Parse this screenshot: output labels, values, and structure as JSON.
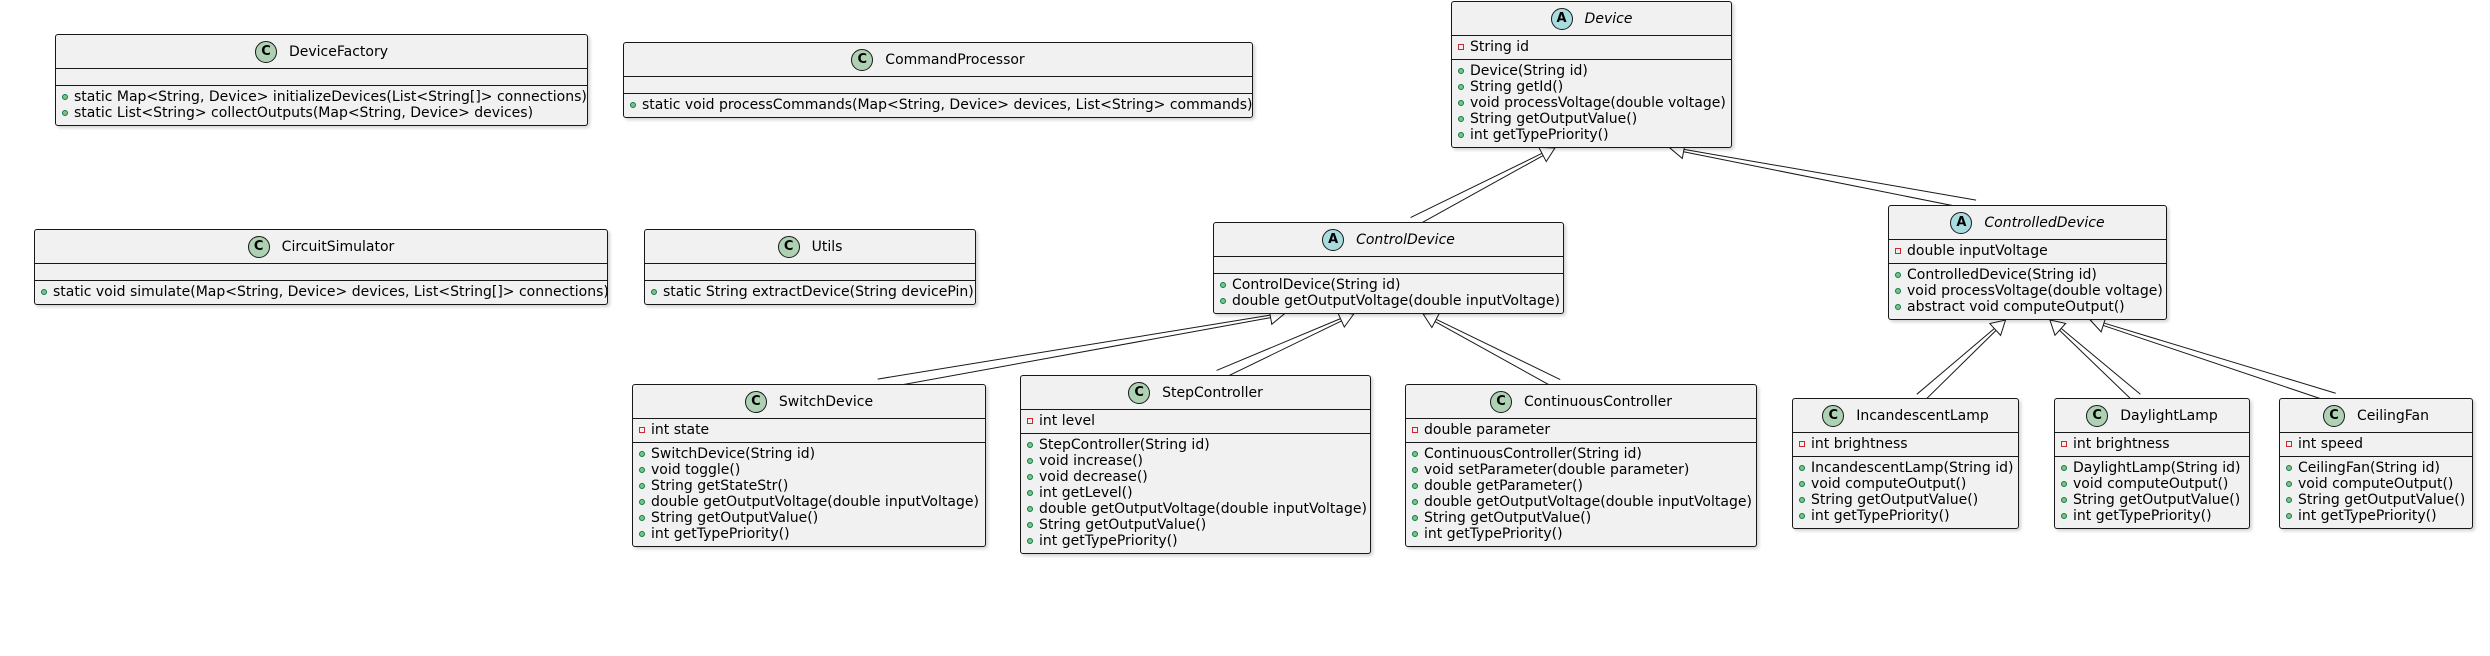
{
  "classes": [
    {
      "id": "DeviceFactory",
      "name": "DeviceFactory",
      "kind": "class",
      "fields": [],
      "methods": [
        {
          "vis": "public",
          "text": "static Map<String, Device> initializeDevices(List<String[]> connections)"
        },
        {
          "vis": "public",
          "text": "static List<String> collectOutputs(Map<String, Device> devices)"
        }
      ]
    },
    {
      "id": "CommandProcessor",
      "name": "CommandProcessor",
      "kind": "class",
      "fields": [],
      "methods": [
        {
          "vis": "public",
          "text": "static void processCommands(Map<String, Device> devices, List<String> commands)"
        }
      ]
    },
    {
      "id": "CircuitSimulator",
      "name": "CircuitSimulator",
      "kind": "class",
      "fields": [],
      "methods": [
        {
          "vis": "public",
          "text": "static void simulate(Map<String, Device> devices, List<String[]> connections)"
        }
      ]
    },
    {
      "id": "Utils",
      "name": "Utils",
      "kind": "class",
      "fields": [],
      "methods": [
        {
          "vis": "public",
          "text": "static String extractDevice(String devicePin)"
        }
      ]
    },
    {
      "id": "Device",
      "name": "Device",
      "kind": "abstract",
      "fields": [
        {
          "vis": "private",
          "text": "String id"
        }
      ],
      "methods": [
        {
          "vis": "public",
          "text": "Device(String id)"
        },
        {
          "vis": "public",
          "text": "String getId()"
        },
        {
          "vis": "public",
          "text": "void processVoltage(double voltage)"
        },
        {
          "vis": "public",
          "text": "String getOutputValue()"
        },
        {
          "vis": "public",
          "text": "int getTypePriority()"
        }
      ]
    },
    {
      "id": "ControlDevice",
      "name": "ControlDevice",
      "kind": "abstract",
      "fields": [],
      "methods": [
        {
          "vis": "public",
          "text": "ControlDevice(String id)"
        },
        {
          "vis": "public",
          "text": "double getOutputVoltage(double inputVoltage)"
        }
      ]
    },
    {
      "id": "ControlledDevice",
      "name": "ControlledDevice",
      "kind": "abstract",
      "fields": [
        {
          "vis": "private",
          "text": "double inputVoltage"
        }
      ],
      "methods": [
        {
          "vis": "public",
          "text": "ControlledDevice(String id)"
        },
        {
          "vis": "public",
          "text": "void processVoltage(double voltage)"
        },
        {
          "vis": "public",
          "text": "abstract void computeOutput()"
        }
      ]
    },
    {
      "id": "SwitchDevice",
      "name": "SwitchDevice",
      "kind": "class",
      "fields": [
        {
          "vis": "private",
          "text": "int state"
        }
      ],
      "methods": [
        {
          "vis": "public",
          "text": "SwitchDevice(String id)"
        },
        {
          "vis": "public",
          "text": "void toggle()"
        },
        {
          "vis": "public",
          "text": "String getStateStr()"
        },
        {
          "vis": "public",
          "text": "double getOutputVoltage(double inputVoltage)"
        },
        {
          "vis": "public",
          "text": "String getOutputValue()"
        },
        {
          "vis": "public",
          "text": "int getTypePriority()"
        }
      ]
    },
    {
      "id": "StepController",
      "name": "StepController",
      "kind": "class",
      "fields": [
        {
          "vis": "private",
          "text": "int level"
        }
      ],
      "methods": [
        {
          "vis": "public",
          "text": "StepController(String id)"
        },
        {
          "vis": "public",
          "text": "void increase()"
        },
        {
          "vis": "public",
          "text": "void decrease()"
        },
        {
          "vis": "public",
          "text": "int getLevel()"
        },
        {
          "vis": "public",
          "text": "double getOutputVoltage(double inputVoltage)"
        },
        {
          "vis": "public",
          "text": "String getOutputValue()"
        },
        {
          "vis": "public",
          "text": "int getTypePriority()"
        }
      ]
    },
    {
      "id": "ContinuousController",
      "name": "ContinuousController",
      "kind": "class",
      "fields": [
        {
          "vis": "private",
          "text": "double parameter"
        }
      ],
      "methods": [
        {
          "vis": "public",
          "text": "ContinuousController(String id)"
        },
        {
          "vis": "public",
          "text": "void setParameter(double parameter)"
        },
        {
          "vis": "public",
          "text": "double getParameter()"
        },
        {
          "vis": "public",
          "text": "double getOutputVoltage(double inputVoltage)"
        },
        {
          "vis": "public",
          "text": "String getOutputValue()"
        },
        {
          "vis": "public",
          "text": "int getTypePriority()"
        }
      ]
    },
    {
      "id": "IncandescentLamp",
      "name": "IncandescentLamp",
      "kind": "class",
      "fields": [
        {
          "vis": "private",
          "text": "int brightness"
        }
      ],
      "methods": [
        {
          "vis": "public",
          "text": "IncandescentLamp(String id)"
        },
        {
          "vis": "public",
          "text": "void computeOutput()"
        },
        {
          "vis": "public",
          "text": "String getOutputValue()"
        },
        {
          "vis": "public",
          "text": "int getTypePriority()"
        }
      ]
    },
    {
      "id": "DaylightLamp",
      "name": "DaylightLamp",
      "kind": "class",
      "fields": [
        {
          "vis": "private",
          "text": "int brightness"
        }
      ],
      "methods": [
        {
          "vis": "public",
          "text": "DaylightLamp(String id)"
        },
        {
          "vis": "public",
          "text": "void computeOutput()"
        },
        {
          "vis": "public",
          "text": "String getOutputValue()"
        },
        {
          "vis": "public",
          "text": "int getTypePriority()"
        }
      ]
    },
    {
      "id": "CeilingFan",
      "name": "CeilingFan",
      "kind": "class",
      "fields": [
        {
          "vis": "private",
          "text": "int speed"
        }
      ],
      "methods": [
        {
          "vis": "public",
          "text": "CeilingFan(String id)"
        },
        {
          "vis": "public",
          "text": "void computeOutput()"
        },
        {
          "vis": "public",
          "text": "String getOutputValue()"
        },
        {
          "vis": "public",
          "text": "int getTypePriority()"
        }
      ]
    }
  ],
  "inheritance": [
    {
      "child": "ControlDevice",
      "parent": "Device"
    },
    {
      "child": "ControlledDevice",
      "parent": "Device"
    },
    {
      "child": "SwitchDevice",
      "parent": "ControlDevice"
    },
    {
      "child": "StepController",
      "parent": "ControlDevice"
    },
    {
      "child": "ContinuousController",
      "parent": "ControlDevice"
    },
    {
      "child": "IncandescentLamp",
      "parent": "ControlledDevice"
    },
    {
      "child": "DaylightLamp",
      "parent": "ControlledDevice"
    },
    {
      "child": "CeilingFan",
      "parent": "ControlledDevice"
    }
  ],
  "icon_letters": {
    "class": "C",
    "abstract": "A"
  },
  "colors": {
    "class_icon": "#add1b2",
    "abstract_icon": "#a9dcdf",
    "box_bg": "#f1f1f1",
    "border": "#181818",
    "public": "#84be84",
    "private": "#c82930"
  }
}
